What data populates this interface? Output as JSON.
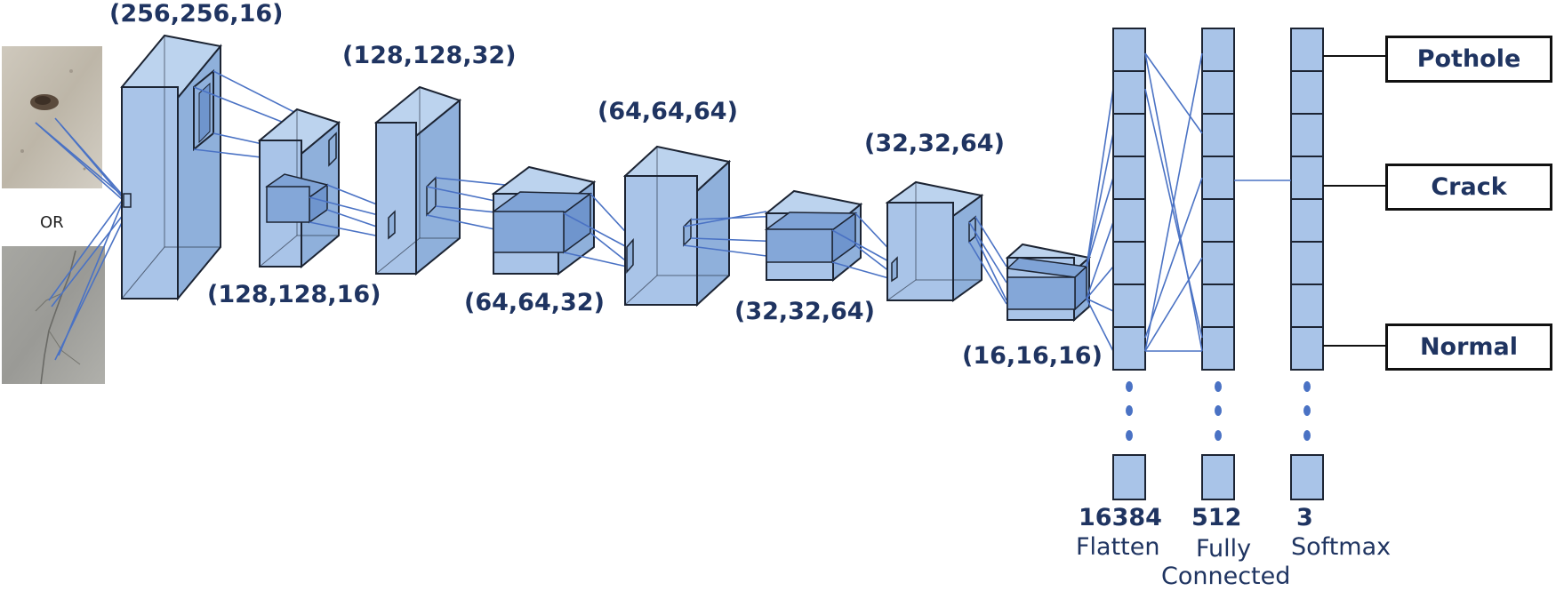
{
  "input": {
    "or_label": "OR",
    "images": [
      {
        "name": "pothole-photo"
      },
      {
        "name": "crack-photo"
      }
    ]
  },
  "layers": [
    {
      "shape": "(256,256,16)"
    },
    {
      "shape": "(128,128,16)"
    },
    {
      "shape": "(128,128,32)"
    },
    {
      "shape": "(64,64,32)"
    },
    {
      "shape": "(64,64,64)"
    },
    {
      "shape": "(32,32,64)"
    },
    {
      "shape": "(32,32,64)"
    },
    {
      "shape": "(16,16,16)"
    }
  ],
  "dense": [
    {
      "units": "16384",
      "label": "Flatten"
    },
    {
      "units": "512",
      "label_line1": "Fully",
      "label_line2": "Connected"
    },
    {
      "units": "3",
      "label": "Softmax"
    }
  ],
  "outputs": [
    "Pothole",
    "Crack",
    "Normal"
  ],
  "colors": {
    "block_fill": "#a9c4e8",
    "block_stroke": "#1c2433",
    "connector": "#4a72c4",
    "label": "#1f3461"
  }
}
